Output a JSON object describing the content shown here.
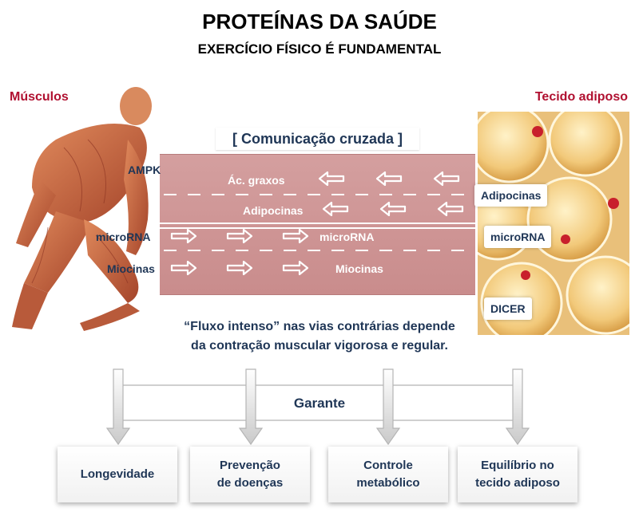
{
  "title": "PROTEÍNAS DA SAÚDE",
  "subtitle": "EXERCÍCIO FÍSICO É FUNDAMENTAL",
  "left_label": "Músculos",
  "right_label": "Tecido adiposo",
  "cross_title": "[ Comunicação cruzada ]",
  "left_labels": {
    "ampk": "AMPK",
    "microrna": "microRNA",
    "miocinas": "Miocinas"
  },
  "road_labels": {
    "acgraxos": "Ác. graxos",
    "adipocinas": "Adipocinas",
    "microrna": "microRNA",
    "miocinas": "Miocinas"
  },
  "right_tags": {
    "adipocinas": "Adipocinas",
    "microrna": "microRNA",
    "dicer": "DICER"
  },
  "note_line1": "“Fluxo intenso” nas vias contrárias depende",
  "note_line2": "da contração muscular vigorosa e regular.",
  "garante": "Garante",
  "outcomes": [
    {
      "line1": "Longevidade",
      "line2": ""
    },
    {
      "line1": "Prevenção",
      "line2": "de doenças"
    },
    {
      "line1": "Controle",
      "line2": "metabólico"
    },
    {
      "line1": "Equilíbrio no",
      "line2": "tecido adiposo"
    }
  ],
  "colors": {
    "accent_red": "#b01030",
    "text_navy": "#1f3656",
    "road": "#cf9696"
  }
}
